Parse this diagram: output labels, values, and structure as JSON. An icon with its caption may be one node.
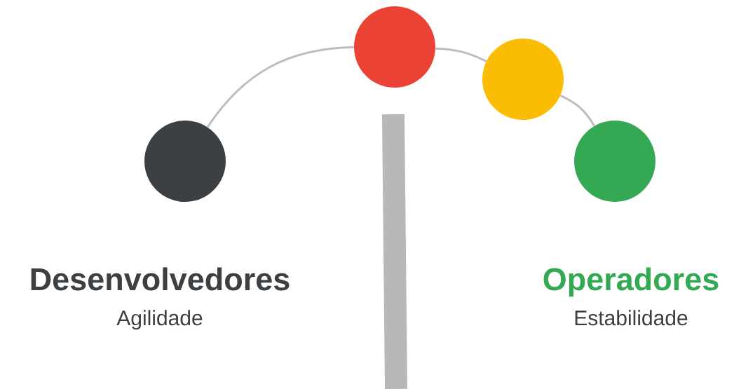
{
  "diagram": {
    "nodes": [
      {
        "text": [],
        "shape": "circle",
        "beside": [
          "Desenvolvedores",
          "Agilidade"
        ]
      },
      {
        "text": [],
        "shape": "circle"
      },
      {
        "text": [],
        "shape": "circle"
      },
      {
        "text": [],
        "shape": "circle",
        "beside": [
          "Operadores",
          "Estabilidade"
        ]
      },
      {
        "text": [],
        "shape": "bar"
      }
    ],
    "edges": [
      {
        "from": 0,
        "to": 1,
        "arrow": "none"
      },
      {
        "from": 1,
        "to": 2,
        "arrow": "none"
      },
      {
        "from": 2,
        "to": 3,
        "arrow": "none"
      }
    ]
  }
}
